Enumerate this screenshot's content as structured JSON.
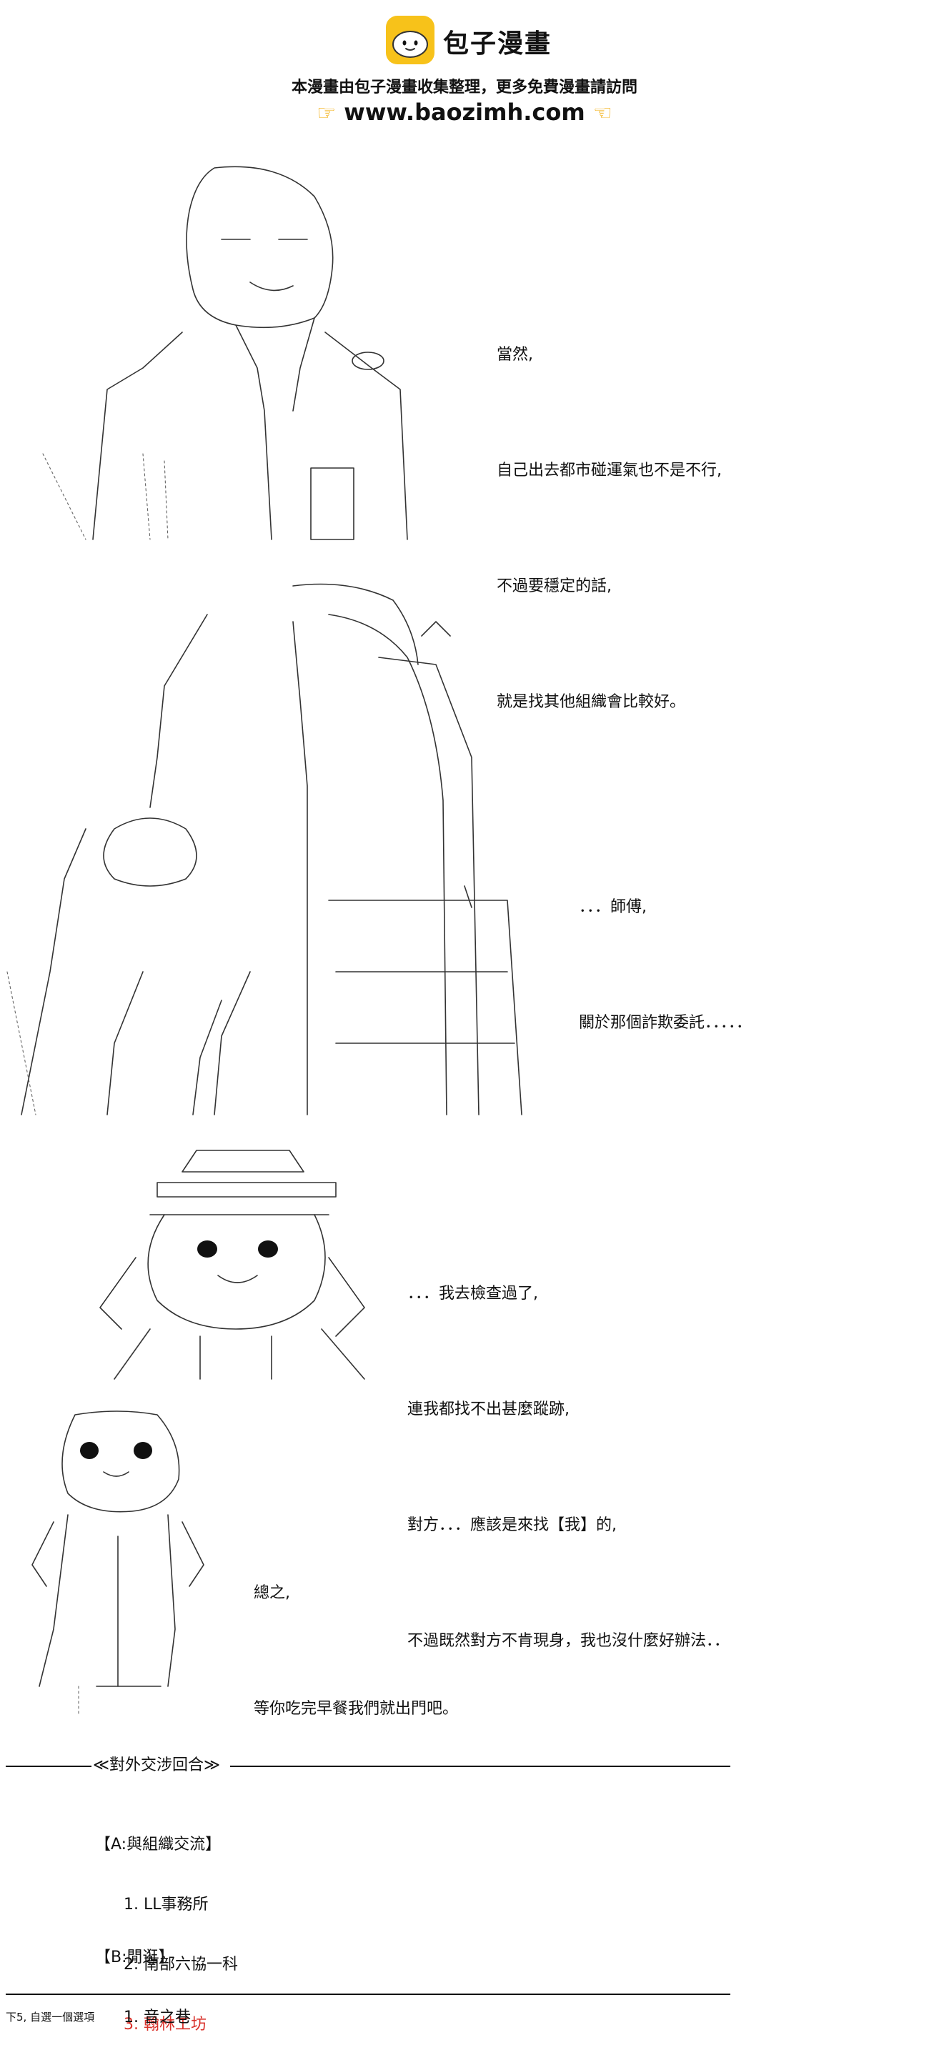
{
  "header": {
    "logo_text": "包子漫畫",
    "subtitle": "本漫畫由包子漫畫收集整理，更多免費漫畫請訪問",
    "url": "www.baozimh.com"
  },
  "panels": [
    {
      "lines": [
        "當然,",
        "自己出去都市碰運氣也不是不行,",
        "不過要穩定的話,",
        "就是找其他組織會比較好。"
      ]
    },
    {
      "lines": [
        "．．．師傅,",
        "關於那個詐欺委託．．．．．"
      ]
    },
    {
      "lines": [
        "．．．我去檢查過了,",
        "連我都找不出甚麼蹤跡,",
        "對方．．．應該是來找【我】的,",
        "不過既然對方不肯現身，我也沒什麼好辦法．．"
      ]
    },
    {
      "lines": [
        "總之,",
        "等你吃完早餐我們就出門吧。"
      ]
    }
  ],
  "menu": {
    "section_title": "≪對外交涉回合≫",
    "group_a": {
      "label": "【A:與組織交流】",
      "options": [
        "1. LL事務所",
        "2. 南部六協一科",
        "3. 翰林工坊"
      ]
    },
    "group_b": {
      "label": "【B:閒逛】",
      "options": [
        "1. 音之巷"
      ]
    }
  },
  "footer": {
    "note": "下5, 自選一個選項"
  },
  "colors": {
    "logo_bg": "#f7c21a",
    "highlight_option": "#d9322b",
    "url_hand": "#f2a900"
  },
  "icons": {
    "logo": "bun-face-icon",
    "url_hands": "pointing-hand-icon"
  }
}
